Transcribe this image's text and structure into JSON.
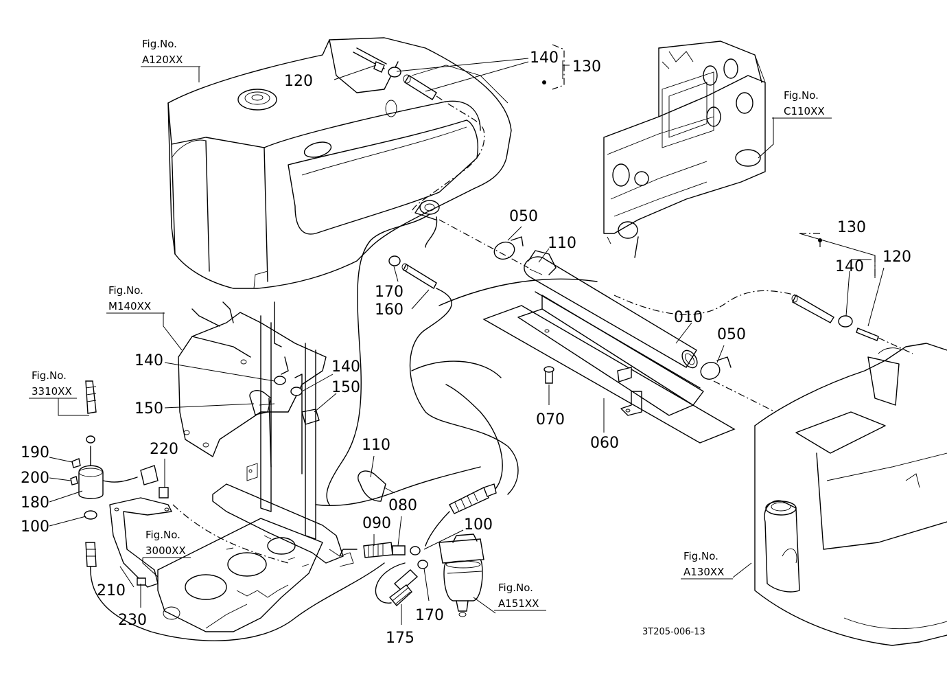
{
  "figure_refs": {
    "a120": [
      "Fig.No.",
      "A120XX"
    ],
    "c110": [
      "Fig.No.",
      "C110XX"
    ],
    "m140": [
      "Fig.No.",
      "M140XX"
    ],
    "s3310": [
      "Fig.No.",
      "3310XX"
    ],
    "s3000": [
      "Fig.No.",
      "3000XX"
    ],
    "a151": [
      "Fig.No.",
      "A151XX"
    ],
    "a130": [
      "Fig.No.",
      "A130XX"
    ]
  },
  "callouts": {
    "c120_top": "120",
    "c140_top": "140",
    "c130_top": "130",
    "c050_a": "050",
    "c110_a": "110",
    "c170_a": "170",
    "c160": "160",
    "c130_r": "130",
    "c140_r": "140",
    "c120_r": "120",
    "c010": "010",
    "c050_b": "050",
    "c070": "070",
    "c060": "060",
    "c140_l": "140",
    "c140_m": "140",
    "c150_l": "150",
    "c150_m": "150",
    "c190": "190",
    "c200": "200",
    "c180": "180",
    "c100_l": "100",
    "c220": "220",
    "c110_b": "110",
    "c090": "090",
    "c080": "080",
    "c100_r": "100",
    "c170_b": "170",
    "c175": "175",
    "c210": "210",
    "c230": "230"
  },
  "drawing_code": "3T205-006-13"
}
